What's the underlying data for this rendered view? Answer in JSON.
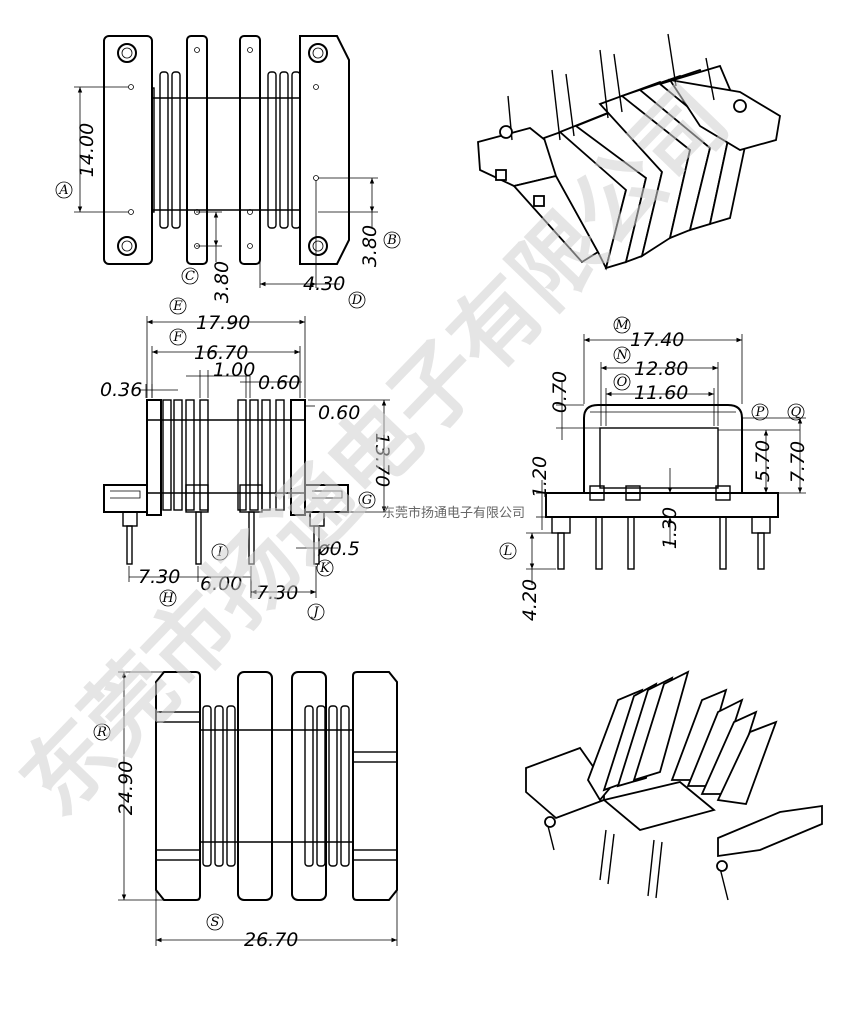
{
  "watermark": {
    "large": "东莞市扬通电子有限公司",
    "small": "东莞市扬通电子有限公司"
  },
  "top_view": {
    "dims": {
      "d1": "14.00",
      "d2": "3.80",
      "d3": "3.80",
      "d4": "4.30"
    },
    "labels": {
      "a": "A",
      "b": "B",
      "c": "C",
      "d": "D"
    }
  },
  "front_view": {
    "dims": {
      "d1": "17.90",
      "d2": "16.70",
      "d3": "0.36",
      "d4": "1.00",
      "d5": "0.60",
      "d6": "0.60",
      "d7": "13.70",
      "d8": "ø0.5",
      "d9": "7.30",
      "d10": "6.00",
      "d11": "7.30"
    },
    "labels": {
      "e": "E",
      "f": "F",
      "g": "G",
      "h": "H",
      "i": "I",
      "j": "J",
      "k": "K"
    }
  },
  "side_view": {
    "dims": {
      "d1": "17.40",
      "d2": "12.80",
      "d3": "11.60",
      "d4": "0.70",
      "d5": "5.70",
      "d6": "7.70",
      "d7": "1.20",
      "d8": "1.30",
      "d9": "4.20"
    },
    "labels": {
      "l": "L",
      "m": "M",
      "n": "N",
      "o": "O",
      "p": "P",
      "q": "Q"
    }
  },
  "bottom_view": {
    "dims": {
      "d1": "24.90",
      "d2": "26.70"
    },
    "labels": {
      "r": "R",
      "s": "S"
    }
  }
}
